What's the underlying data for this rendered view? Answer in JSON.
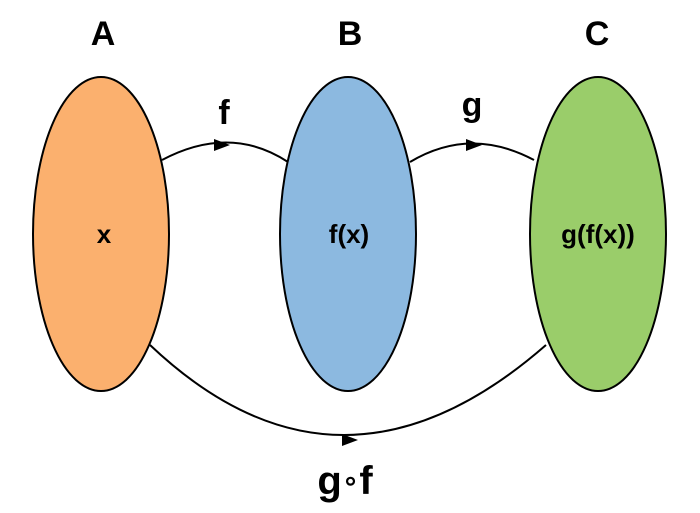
{
  "sets": {
    "a": {
      "title": "A",
      "element": "x",
      "color": "#fbb06e"
    },
    "b": {
      "title": "B",
      "element": "f(x)",
      "color": "#8cb9e0"
    },
    "c": {
      "title": "C",
      "element": "g(f(x))",
      "color": "#9acd6a"
    }
  },
  "maps": {
    "f": "f",
    "g": "g",
    "composition": {
      "left": "g",
      "operator": "∘",
      "right": "f"
    }
  }
}
